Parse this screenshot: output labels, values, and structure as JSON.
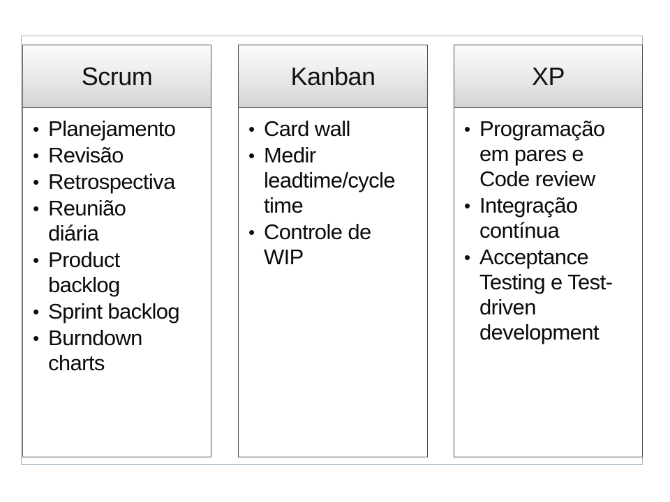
{
  "columns": [
    {
      "title": "Scrum",
      "items": [
        "Planejamento",
        "Revisão",
        "Retrospectiva",
        "Reunião diária",
        "Product backlog",
        "Sprint backlog",
        "Burndown charts"
      ]
    },
    {
      "title": "Kanban",
      "items": [
        "Card wall",
        "Medir leadtime/cycle time",
        "Controle de WIP"
      ]
    },
    {
      "title": "XP",
      "items": [
        "Programação em pares e Code review",
        "Integração contínua",
        "Acceptance Testing e Test-driven development"
      ]
    }
  ]
}
